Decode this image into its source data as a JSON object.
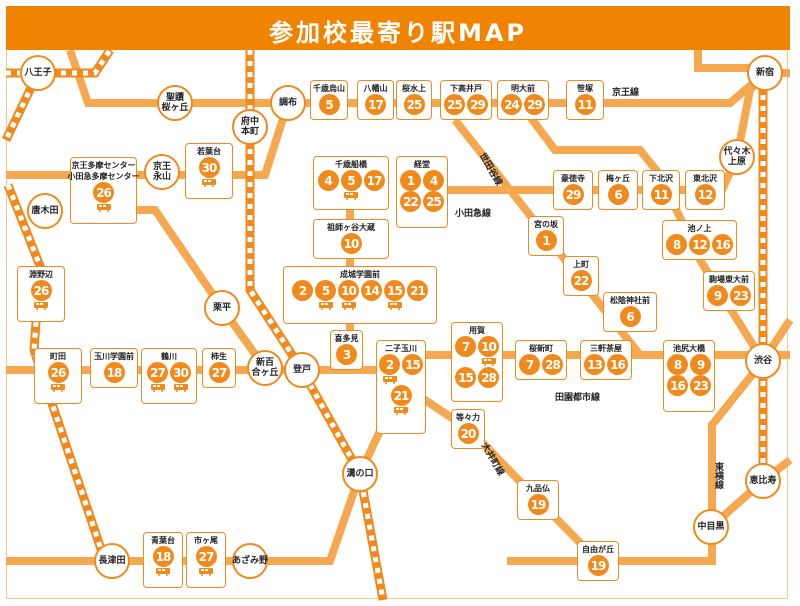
{
  "title": "参加校最寄り駅MAP",
  "colors": {
    "accent": "#f08300",
    "line": "#f5a850",
    "jr": "#f08a1c"
  },
  "line_labels": [
    "京王線",
    "小田急線",
    "世田谷線",
    "田園都市線",
    "大井町線",
    "東横線"
  ],
  "stations": [
    "八王子",
    "聖蹟\n桜ヶ丘",
    "府中\n本町",
    "調布",
    "京王\n永山",
    "唐木田",
    "栗平",
    "新百\n合ヶ丘",
    "登戸",
    "溝の口",
    "長津田",
    "あざみ野",
    "新宿",
    "代々木\n上原",
    "渋谷",
    "恵比寿",
    "中目黒"
  ],
  "boxes": [
    {
      "name": "千歳烏山",
      "rows": [
        [
          "5"
        ]
      ]
    },
    {
      "name": "八幡山",
      "rows": [
        [
          "17"
        ]
      ]
    },
    {
      "name": "桜水上",
      "rows": [
        [
          "25"
        ]
      ]
    },
    {
      "name": "下高井戸",
      "rows": [
        [
          "25",
          "29"
        ]
      ]
    },
    {
      "name": "明大前",
      "rows": [
        [
          "24",
          "29"
        ]
      ]
    },
    {
      "name": "笹塚",
      "rows": [
        [
          "11"
        ]
      ]
    },
    {
      "name": "若葉台",
      "rows": [
        [
          "30"
        ],
        [
          "bus"
        ]
      ]
    },
    {
      "name": "京王多摩センター\n小田急多摩センター",
      "rows": [
        [
          "26"
        ],
        [
          "bus"
        ]
      ]
    },
    {
      "name": "千歳船橋",
      "rows": [
        [
          "4",
          "5",
          "17"
        ],
        [
          "",
          "bus",
          ""
        ]
      ]
    },
    {
      "name": "経堂",
      "rows": [
        [
          "1",
          "4"
        ],
        [
          "22",
          "25"
        ]
      ]
    },
    {
      "name": "豪徳寺",
      "rows": [
        [
          "29"
        ]
      ]
    },
    {
      "name": "梅ヶ丘",
      "rows": [
        [
          "6"
        ]
      ]
    },
    {
      "name": "下北沢",
      "rows": [
        [
          "11"
        ]
      ]
    },
    {
      "name": "東北沢",
      "rows": [
        [
          "12"
        ]
      ]
    },
    {
      "name": "宮の坂",
      "rows": [
        [
          "1"
        ]
      ]
    },
    {
      "name": "上町",
      "rows": [
        [
          "22"
        ]
      ]
    },
    {
      "name": "池ノ上",
      "rows": [
        [
          "8",
          "12",
          "16"
        ]
      ]
    },
    {
      "name": "駒場東大前",
      "rows": [
        [
          "9",
          "23"
        ]
      ]
    },
    {
      "name": "祖師ヶ谷大蔵",
      "rows": [
        [
          "10"
        ]
      ]
    },
    {
      "name": "成城学園前",
      "rows": [
        [
          "2",
          "5",
          "10",
          "14",
          "15",
          "21"
        ],
        [
          "",
          "bus",
          "bus",
          "",
          "bus",
          ""
        ]
      ]
    },
    {
      "name": "松陰神社前",
      "rows": [
        [
          "6"
        ]
      ]
    },
    {
      "name": "喜多見",
      "rows": [
        [
          "3"
        ]
      ]
    },
    {
      "name": "二子玉川",
      "rows": [
        [
          "2",
          "15"
        ],
        [
          "bus",
          ""
        ],
        [
          "21"
        ],
        [
          "bus"
        ]
      ]
    },
    {
      "name": "用賀",
      "rows": [
        [
          "7",
          "10"
        ],
        [
          "",
          "bus"
        ],
        [
          "15",
          "28"
        ]
      ]
    },
    {
      "name": "桜新町",
      "rows": [
        [
          "7",
          "28"
        ]
      ]
    },
    {
      "name": "三軒茶屋",
      "rows": [
        [
          "13",
          "16"
        ]
      ]
    },
    {
      "name": "池尻大橋",
      "rows": [
        [
          "8",
          "9"
        ],
        [
          "16",
          "23"
        ]
      ]
    },
    {
      "name": "等々力",
      "rows": [
        [
          "20"
        ]
      ]
    },
    {
      "name": "九品仏",
      "rows": [
        [
          "19"
        ]
      ]
    },
    {
      "name": "自由が丘",
      "rows": [
        [
          "19"
        ]
      ]
    },
    {
      "name": "淵野辺",
      "rows": [
        [
          "26"
        ],
        [
          "bus"
        ]
      ]
    },
    {
      "name": "町田",
      "rows": [
        [
          "26"
        ],
        [
          "bus"
        ]
      ]
    },
    {
      "name": "玉川学園前",
      "rows": [
        [
          "18"
        ]
      ]
    },
    {
      "name": "鶴川",
      "rows": [
        [
          "27",
          "30"
        ],
        [
          "bus",
          "bus"
        ]
      ]
    },
    {
      "name": "柿生",
      "rows": [
        [
          "27"
        ]
      ]
    },
    {
      "name": "青葉台",
      "rows": [
        [
          "18"
        ],
        [
          "bus"
        ]
      ]
    },
    {
      "name": "市ヶ尾",
      "rows": [
        [
          "27"
        ],
        [
          "bus"
        ]
      ]
    }
  ]
}
